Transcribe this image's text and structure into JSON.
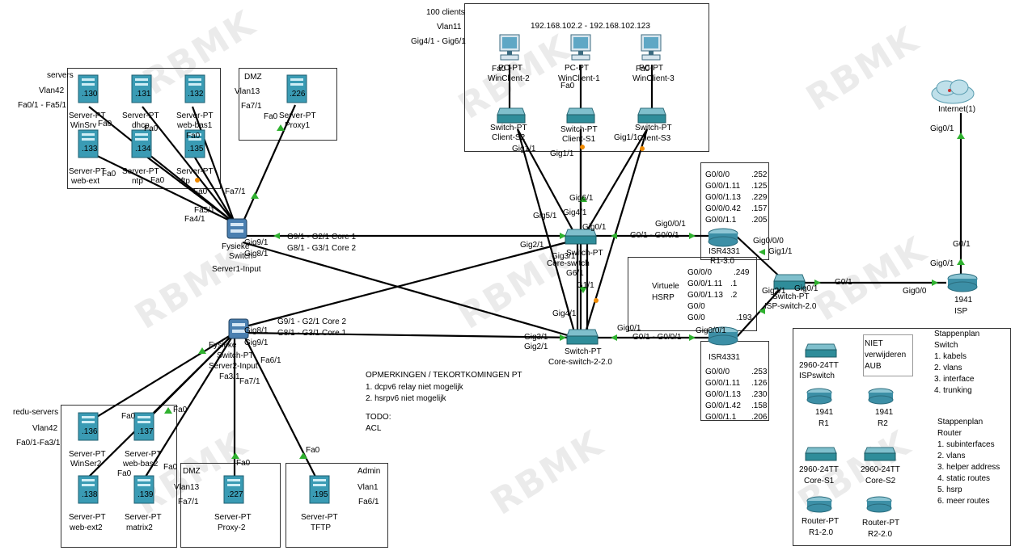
{
  "watermark": "RBMK",
  "colors": {
    "link": "#000000",
    "link_green": "#2fb12f",
    "link_orange": "#f08a00",
    "device_teal": "#3c8fa6",
    "server_teal": "#3a9bb4",
    "switch_teal": "#2f8d9a"
  },
  "zones": {
    "clients": {
      "title": "100 clients",
      "vlan": "Vlan11",
      "ports": "Gig4/1 - Gig6/1",
      "range": "192.168.102.2 - 192.168.102.123"
    },
    "servers": {
      "title": "servers",
      "vlan": "Vlan42",
      "ports": "Fa0/1 - Fa5/1"
    },
    "dmz": {
      "title": "DMZ",
      "vlan": "Vlan13",
      "port": "Fa7/1"
    },
    "redu": {
      "title": "redu-servers",
      "vlan": "Vlan42",
      "ports": "Fa0/1-Fa3/1"
    },
    "dmz2": {
      "title": "DMZ",
      "vlan": "Vlan13",
      "port": "Fa7/1"
    },
    "admin": {
      "title": "Admin",
      "vlan": "Vlan1",
      "port": "Fa6/1"
    },
    "virt": {
      "title1": "Virtuele",
      "title2": "HSRP"
    }
  },
  "servers": [
    {
      "ip": ".130",
      "name": "Server-PT",
      "sub": "WinSrv"
    },
    {
      "ip": ".131",
      "name": "Server-PT",
      "sub": "dhcp"
    },
    {
      "ip": ".132",
      "name": "Server-PT",
      "sub": "web-bas1"
    },
    {
      "ip": ".133",
      "name": "Server-PT",
      "sub": "web-ext"
    },
    {
      "ip": ".134",
      "name": "Server-PT",
      "sub": "ntp"
    },
    {
      "ip": ".135",
      "name": "Server-PT",
      "sub": "tftp"
    }
  ],
  "proxy1": {
    "ip": ".226",
    "name": "Server-PT",
    "sub": "Proxy1"
  },
  "redu_servers": [
    {
      "ip": ".136",
      "name": "Server-PT",
      "sub": "WinSer2"
    },
    {
      "ip": ".137",
      "name": "Server-PT",
      "sub": "web-bas2"
    },
    {
      "ip": ".138",
      "name": "Server-PT",
      "sub": "web-ext2"
    },
    {
      "ip": ".139",
      "name": "Server-PT",
      "sub": "matrix2"
    }
  ],
  "proxy2": {
    "ip": ".227",
    "name": "Server-PT",
    "sub": "Proxy-2"
  },
  "tftp": {
    "ip": ".195",
    "name": "Server-PT",
    "sub": "TFTP"
  },
  "pcs": [
    {
      "name": "PC-PT",
      "sub": "WinClient-2"
    },
    {
      "name": "PC-PT",
      "sub": "WinClient-1"
    },
    {
      "name": "PC-PT",
      "sub": "WinClient-3"
    }
  ],
  "client_switches": [
    {
      "name": "Switch-PT",
      "sub": "Client-S2"
    },
    {
      "name": "Switch-PT",
      "sub": "Client-S1"
    },
    {
      "name": "Switch-PT",
      "sub": "Client-S3"
    }
  ],
  "core1": {
    "name": "Switch-PT",
    "sub": "Core-switch"
  },
  "core2": {
    "name": "Switch-PT",
    "sub": "Core-switch-2-2.0"
  },
  "phys1": {
    "name": "Fysieke",
    "sub": "Switch",
    "sub2": "Server1-Input"
  },
  "phys2": {
    "name": "Fysieke",
    "sub": "Switch-PT",
    "sub2": "Server2-Input"
  },
  "r1": {
    "name": "ISR4331",
    "sub": "R1-3.0",
    "ifaces": [
      [
        "G0/0/0",
        ".252"
      ],
      [
        "G0/0/1.11",
        ".125"
      ],
      [
        "G0/0/1.13",
        ".229"
      ],
      [
        "G0/0/0.42",
        ".157"
      ],
      [
        "G0/0/1.1",
        ".205"
      ]
    ]
  },
  "r2": {
    "name": "ISR4331",
    "ifaces": [
      [
        "G0/0/0",
        ".253"
      ],
      [
        "G0/0/1.11",
        ".126"
      ],
      [
        "G0/0/1.13",
        ".230"
      ],
      [
        "G0/0/1.42",
        ".158"
      ],
      [
        "G0/0/1.1",
        ".206"
      ]
    ]
  },
  "virtual": {
    "ifaces": [
      [
        "G0/0/0",
        ".249"
      ],
      [
        "G0/0/1.11",
        ".1"
      ],
      [
        "G0/0/1.13",
        ".2"
      ],
      [
        "G0/0",
        ""
      ],
      [
        "G0/0",
        ".193"
      ]
    ]
  },
  "isp_switch": {
    "name": "Switch-PT",
    "sub": "ISP-switch-2.0"
  },
  "isp": {
    "name": "1941",
    "sub": "ISP"
  },
  "internet": {
    "name": "Internet(1)"
  },
  "notes": {
    "title": "OPMERKINGEN / TEKORTKOMINGEN PT",
    "lines": [
      "1. dcpv6 relay niet mogelijk",
      "2. hsrpv6 niet mogelijk"
    ],
    "todo": "TODO:",
    "todo1": "ACL"
  },
  "legend": {
    "niet": [
      "NIET",
      "verwijderen",
      "AUB"
    ],
    "switch_steps": [
      "Stappenplan",
      "Switch",
      "1. kabels",
      "2. vlans",
      "3. interface",
      "4. trunking"
    ],
    "router_steps": [
      "Stappenplan",
      "Router",
      "1. subinterfaces",
      "2. vlans",
      "3. helper address",
      "4. static routes",
      "5. hsrp",
      "6. meer routes"
    ],
    "devices": [
      {
        "name": "2960-24TT",
        "sub": "ISPswitch"
      },
      {
        "name": "1941",
        "sub": "R1"
      },
      {
        "name": "1941",
        "sub": "R2"
      },
      {
        "name": "2960-24TT",
        "sub": "Core-S1"
      },
      {
        "name": "2960-24TT",
        "sub": "Core-S2"
      },
      {
        "name": "Router-PT",
        "sub": "R1-2.0"
      },
      {
        "name": "Router-PT",
        "sub": "R2-2.0"
      }
    ]
  },
  "port_labels": {
    "g91_core1": "G9/1 - G2/1 Core 1",
    "g81_core2": "G8/1 - G3/1 Core 2",
    "g91_core2": "G9/1 - G2/1 Core 2",
    "g81_core1": "G8/1 - G3/1 Core 1",
    "g01_g001": "G0/1 - G0/0/1",
    "g01_g001b": "G0/1 - G0/0/1",
    "gig91": "Gig9/1",
    "gig81": "Gig8/1",
    "gig91b": "Gig9/1",
    "gig81b": "Gig8/1",
    "gig21": "Gig2/1",
    "gig31": "Gig3/1",
    "gig51": "Gig5/1",
    "gig61": "Gig6/1",
    "gig41": "Gig4/1",
    "gig11": "Gig1/1",
    "gig11b": "Gig1/1",
    "gig11c": "Gig1/1",
    "gig001": "Gig0/0/1",
    "gig01": "Gig0/1",
    "gig000": "Gig0/0/0",
    "gig11d": "Gig1/1",
    "gig21b": "Gig2/1",
    "gig01c": "Gig0/1",
    "g01": "G0/1",
    "gig00": "Gig0/0",
    "gig01d": "Gig0/1",
    "g01b": "G0/1",
    "gig01e": "Gig0/1",
    "gig001b": "Gig0/0/1",
    "gig31b": "Gig3/1",
    "gig01f": "Gig0/1",
    "g61": "G6/1",
    "g11": "G1/1",
    "gig41b": "Gig4/1",
    "gig21c": "Gig2/1",
    "fa0": "Fa0",
    "fa71": "Fa7/1",
    "fa51": "Fa5/1",
    "fa41": "Fa4/1",
    "fa61": "Fa6/1",
    "fa31": "Fa3/1",
    "fa71b": "Fa7/1"
  }
}
